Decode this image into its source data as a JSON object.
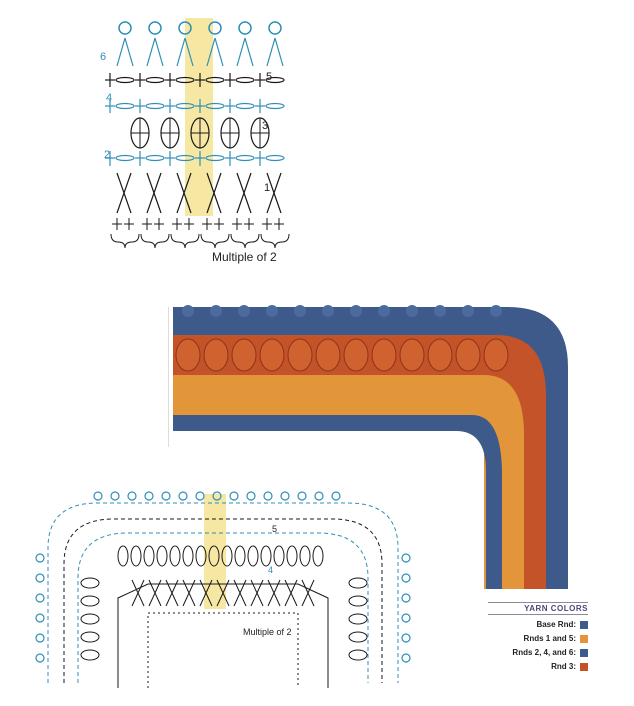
{
  "top_chart": {
    "round_numbers": [
      "6",
      "5",
      "4",
      "3",
      "2",
      "1"
    ],
    "multiple_label": "Multiple of 2"
  },
  "corner_chart": {
    "multiple_label": "Multiple of 2",
    "round_numbers": [
      "5",
      "4"
    ]
  },
  "legend": {
    "title": "YARN COLORS",
    "items": [
      {
        "label": "Base Rnd:",
        "color": "#3d5a8a"
      },
      {
        "label": "Rnds 1 and 5:",
        "color": "#e3953a"
      },
      {
        "label": "Rnds 2, 4, and 6:",
        "color": "#3d5a8a"
      },
      {
        "label": "Rnd 3:",
        "color": "#c4532a"
      }
    ]
  },
  "colors": {
    "navy": "#3d5a8a",
    "orange": "#e3953a",
    "rust": "#c4532a",
    "chart_blue": "#2f8fb8",
    "chart_black": "#1a1a1a",
    "highlight": "#f6e7a3"
  }
}
